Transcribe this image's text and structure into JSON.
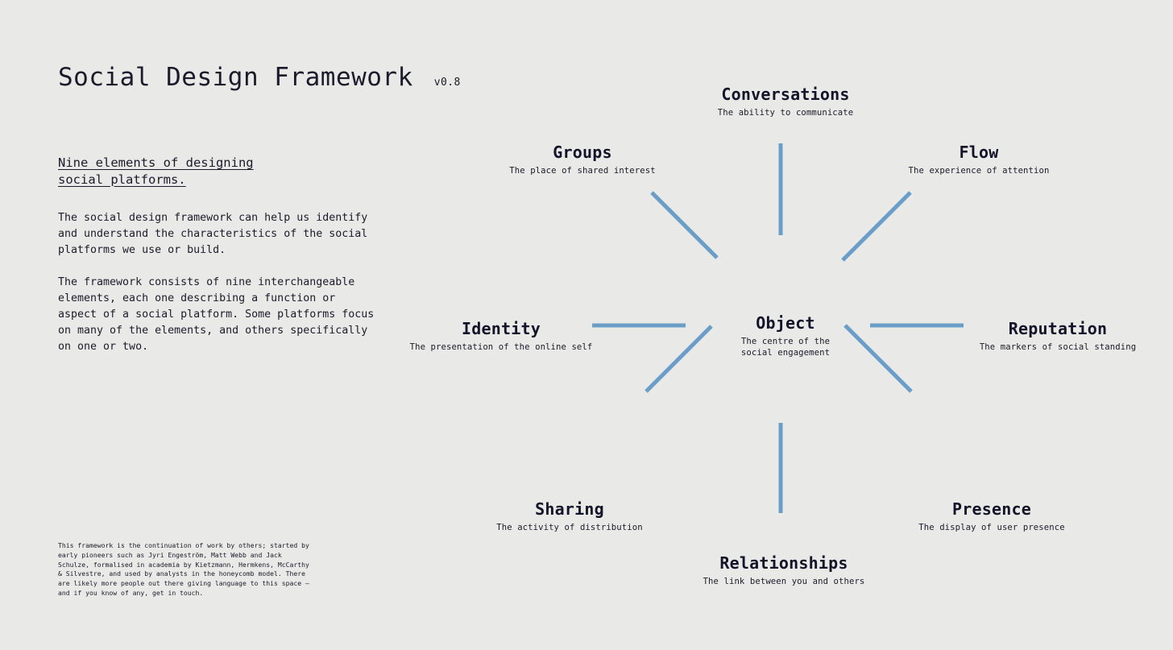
{
  "header": {
    "title": "Social Design Framework",
    "version": "v0.8"
  },
  "intro": {
    "heading_line1": "Nine elements of designing",
    "heading_line2": "social platforms.",
    "paragraph1": "The social design framework can help us identify and understand the characteristics of the social platforms we use or build.",
    "paragraph2": "The framework consists of nine interchangeable elements, each one describing a function or aspect of a social platform. Some platforms focus on many of the elements, and others specifically on one or two.",
    "footnote": "This framework is the continuation of work by others; started by early pioneers such as Jyri Engeström, Matt Webb and Jack Schulze, formalised in academia by Kietzmann, Hermkens, McCarthy & Silvestre, and used by analysts in the honeycomb model. There are likely more people out there giving language to this space — and if you know of any, get in touch."
  },
  "colors": {
    "background": "#e9e9e7",
    "text": "#1b1b2b",
    "connector": "#6a9ec8"
  },
  "diagram": {
    "type": "radial-hub-and-spoke",
    "center": "Object",
    "nodes": [
      {
        "id": "conversations",
        "title": "Conversations",
        "desc": "The ability to communicate",
        "position": "top"
      },
      {
        "id": "groups",
        "title": "Groups",
        "desc": "The place of shared interest",
        "position": "top-left"
      },
      {
        "id": "flow",
        "title": "Flow",
        "desc": "The experience of attention",
        "position": "top-right"
      },
      {
        "id": "identity",
        "title": "Identity",
        "desc": "The presentation of the online self",
        "position": "left"
      },
      {
        "id": "object",
        "title": "Object",
        "desc_line1": "The centre of the",
        "desc_line2": "social engagement",
        "position": "center"
      },
      {
        "id": "reputation",
        "title": "Reputation",
        "desc": "The markers of social standing",
        "position": "right"
      },
      {
        "id": "sharing",
        "title": "Sharing",
        "desc": "The activity of distribution",
        "position": "bottom-left"
      },
      {
        "id": "presence",
        "title": "Presence",
        "desc": "The display of user presence",
        "position": "bottom-right"
      },
      {
        "id": "relationships",
        "title": "Relationships",
        "desc": "The link between you and others",
        "position": "bottom"
      }
    ]
  }
}
